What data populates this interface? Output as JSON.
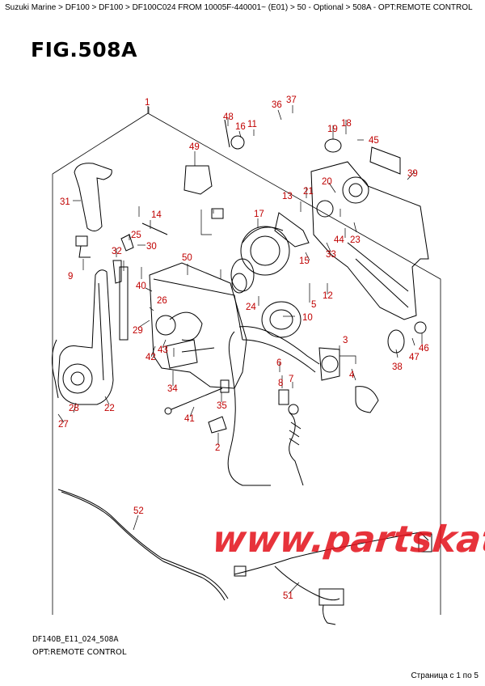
{
  "breadcrumb": "Suzuki Marine > DF100 > DF100 > DF100C024 FROM 10005F-440001~ (E01) > 50 - Optional > 508A - OPT:REMOTE CONTROL",
  "figure_title": "FIG.508A",
  "footer": {
    "code": "DF140B_E11_024_508A",
    "caption": "OPT:REMOTE CONTROL",
    "pager": "Страница с 1 по 5"
  },
  "watermark": "www.partskatalog.ru",
  "colors": {
    "callout": "#c00000",
    "watermark": "#e3101a",
    "line": "#000000"
  },
  "callouts": [
    "1",
    "2",
    "3",
    "4",
    "5",
    "6",
    "7",
    "8",
    "9",
    "10",
    "11",
    "12",
    "13",
    "14",
    "15",
    "16",
    "17",
    "18",
    "19",
    "20",
    "21",
    "22",
    "23",
    "24",
    "25",
    "26",
    "27",
    "28",
    "29",
    "30",
    "31",
    "32",
    "33",
    "34",
    "35",
    "36",
    "37",
    "38",
    "39",
    "40",
    "41",
    "42",
    "43",
    "44",
    "45",
    "46",
    "47",
    "48",
    "49",
    "50",
    "51",
    "52"
  ]
}
